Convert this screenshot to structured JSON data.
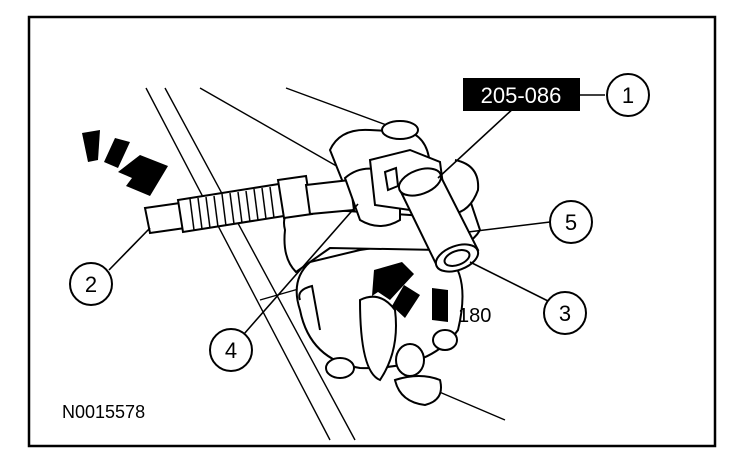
{
  "tool_number": "205-086",
  "callouts": [
    "1",
    "2",
    "3",
    "4",
    "5"
  ],
  "force_label": "180",
  "figure_id": "N0015578",
  "colors": {
    "ink": "#000000",
    "paper": "#ffffff"
  }
}
